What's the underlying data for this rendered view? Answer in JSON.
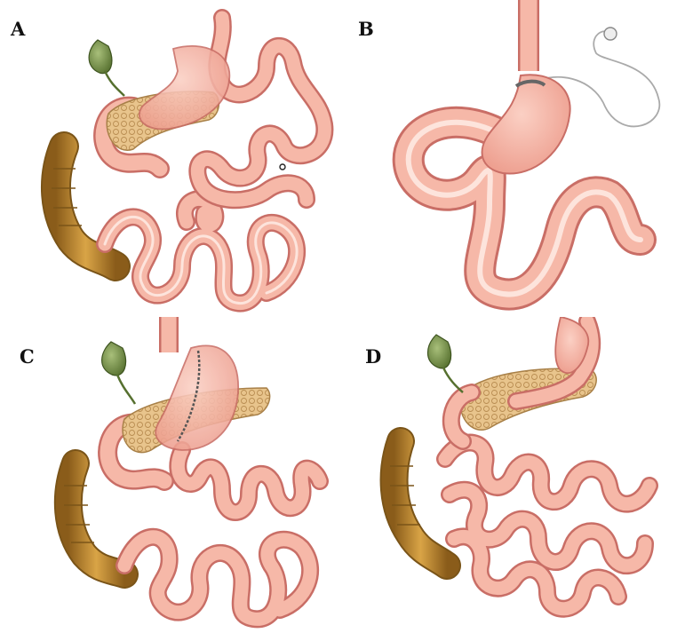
{
  "panels": [
    {
      "id": "A",
      "label": "A"
    },
    {
      "id": "B",
      "label": "B"
    },
    {
      "id": "C",
      "label": "C"
    },
    {
      "id": "D",
      "label": "D"
    }
  ],
  "colors": {
    "bowel": "#f6b8a8",
    "bowel_edge": "#c96e66",
    "bowel_highlight": "#fde4dc",
    "stomach": "#f4aa9c",
    "pancreas": "#e8c48c",
    "pancreas_edge": "#a88048",
    "gallbladder": "#7e9a52",
    "colon": "#c8922e",
    "colon_edge": "#7a5418",
    "band": "#aaaaaa"
  }
}
